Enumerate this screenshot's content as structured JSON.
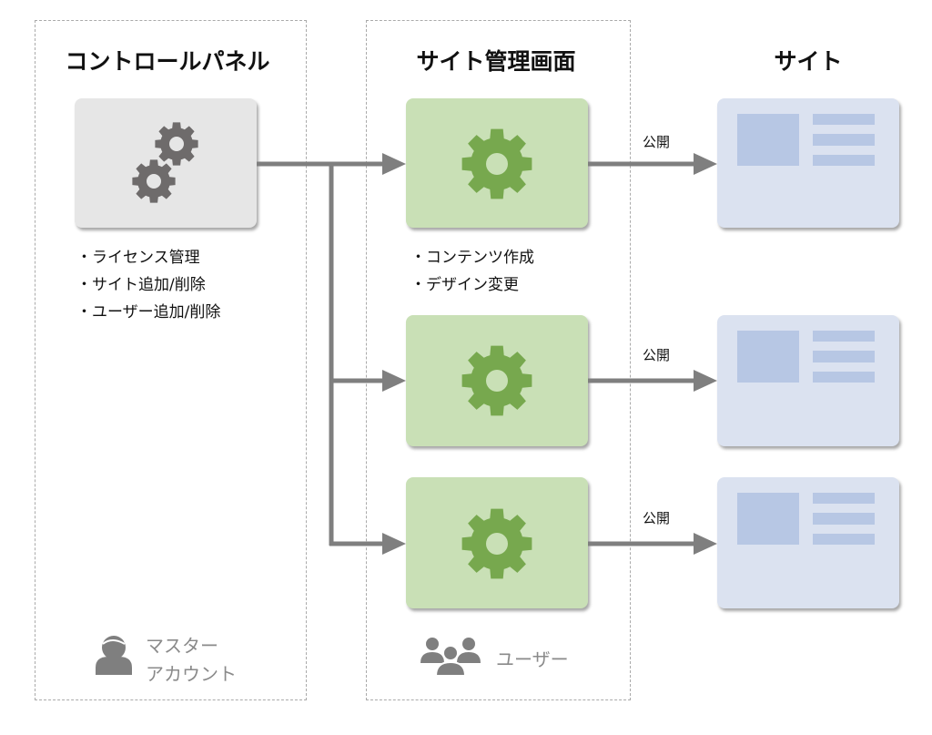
{
  "columns": {
    "control_panel": {
      "title": "コントロールパネル",
      "bullets": [
        "・ライセンス管理",
        "・サイト追加/削除",
        "・ユーザー追加/削除"
      ],
      "account_label_line1": "マスター",
      "account_label_line2": "アカウント",
      "icon": "two-gears-icon"
    },
    "site_admin": {
      "title": "サイト管理画面",
      "bullets": [
        "・コンテンツ作成",
        "・デザイン変更"
      ],
      "users_label": "ユーザー",
      "icon": "gear-icon"
    },
    "site": {
      "title": "サイト",
      "icon": "web-page-layout-icon"
    }
  },
  "arrows": {
    "publish_label": "公開"
  },
  "colors": {
    "gray_box": "#e6e6e6",
    "gray_gear": "#6e6b6b",
    "green_box": "#c9e0b6",
    "green_gear": "#77a84e",
    "site_card": "#dbe2f0",
    "site_block": "#b7c7e4",
    "arrow": "#7f7f7f"
  }
}
